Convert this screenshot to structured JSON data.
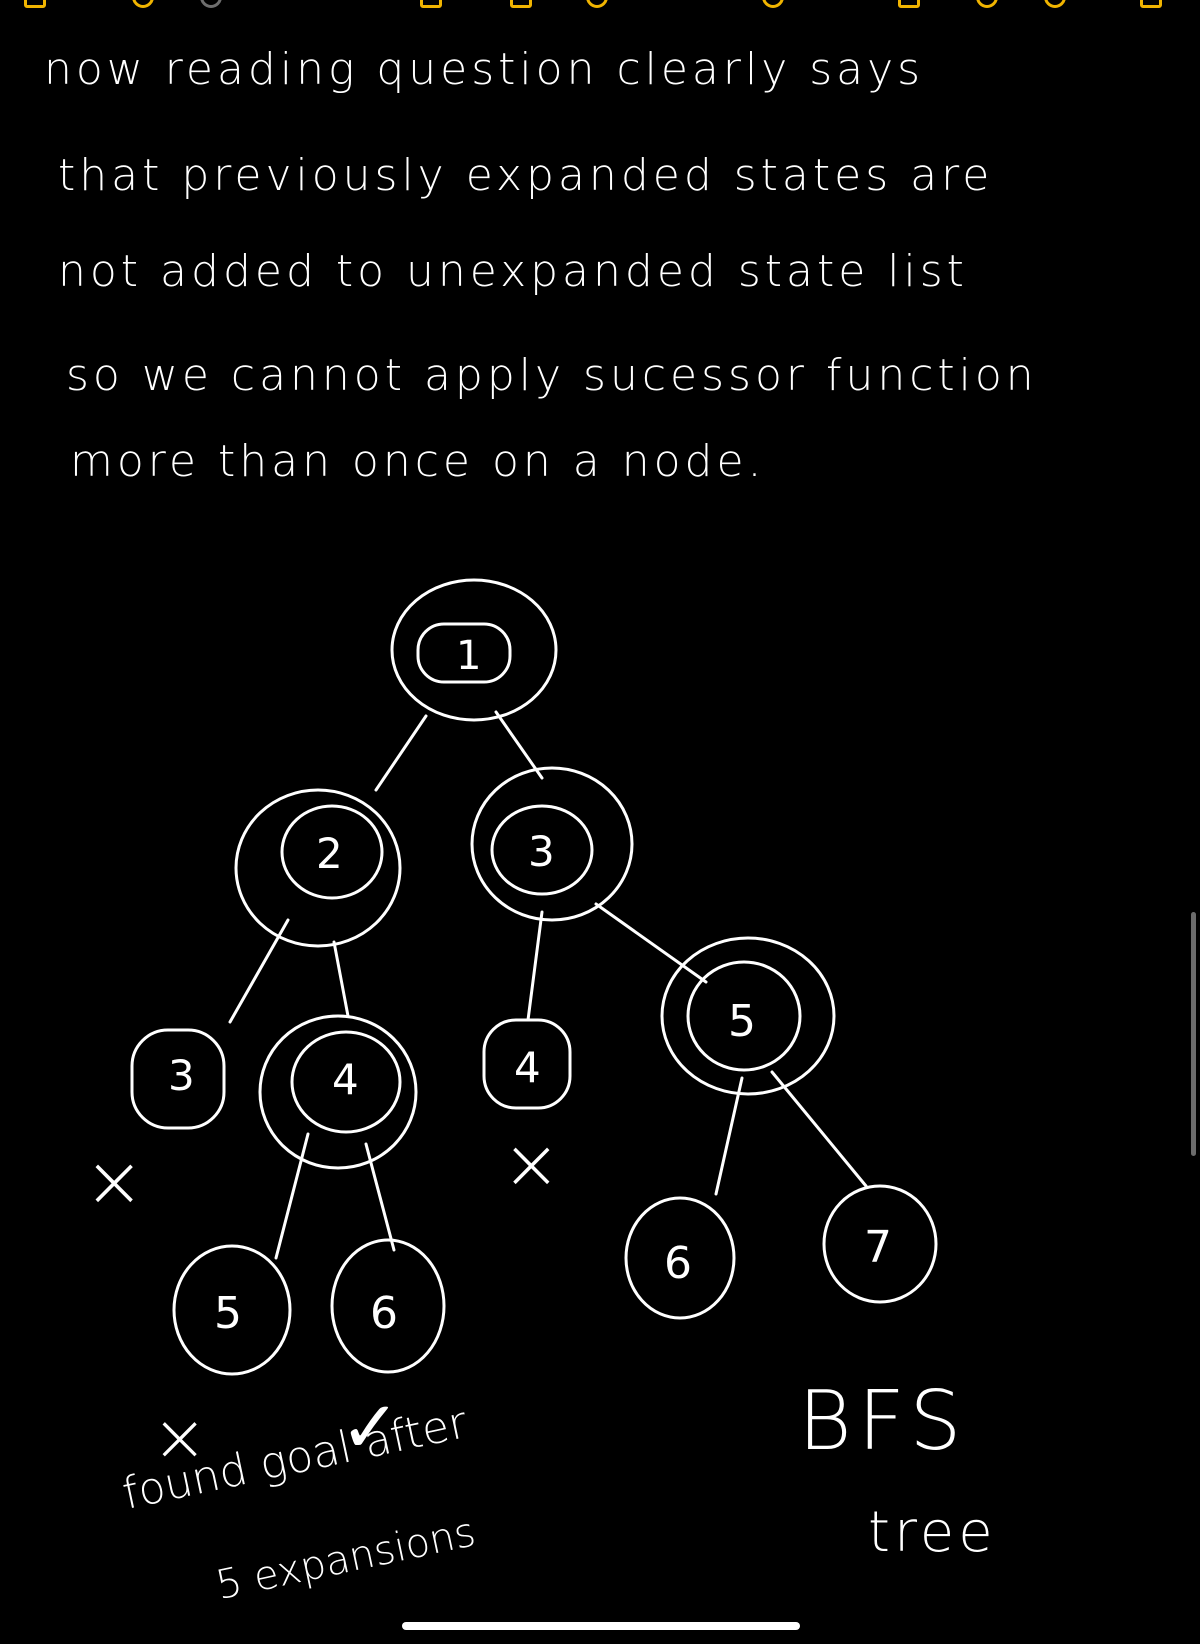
{
  "note": {
    "lines": [
      "now reading question clearly says",
      "that previously expanded states are",
      "not added to unexpanded state list",
      "so we cannot apply sucessor function",
      "more than once on a node."
    ]
  },
  "tree": {
    "nodes": [
      {
        "id": "root",
        "label": "1",
        "expanded": true
      },
      {
        "id": "n2",
        "label": "2",
        "expanded": true
      },
      {
        "id": "n3",
        "label": "3",
        "expanded": true
      },
      {
        "id": "n2-3",
        "label": "3",
        "expanded": false
      },
      {
        "id": "n2-4",
        "label": "4",
        "expanded": true
      },
      {
        "id": "n3-4",
        "label": "4",
        "expanded": false
      },
      {
        "id": "n3-5",
        "label": "5",
        "expanded": true
      },
      {
        "id": "n4-5",
        "label": "5",
        "expanded": false
      },
      {
        "id": "n4-6",
        "label": "6",
        "expanded": false
      },
      {
        "id": "n5-6",
        "label": "6",
        "expanded": false
      },
      {
        "id": "n5-7",
        "label": "7",
        "expanded": false
      }
    ],
    "edges": [
      [
        "root",
        "n2"
      ],
      [
        "root",
        "n3"
      ],
      [
        "n2",
        "n2-3"
      ],
      [
        "n2",
        "n2-4"
      ],
      [
        "n3",
        "n3-4"
      ],
      [
        "n3",
        "n3-5"
      ],
      [
        "n2-4",
        "n4-5"
      ],
      [
        "n2-4",
        "n4-6"
      ],
      [
        "n3-5",
        "n5-6"
      ],
      [
        "n3-5",
        "n5-7"
      ]
    ],
    "marks": {
      "cross": "×",
      "check": "✓"
    }
  },
  "labels": {
    "goal_line1": "found goal after",
    "goal_line2": "5 expansions",
    "title_line1": "BFS",
    "title_line2": "tree"
  },
  "colors": {
    "background": "#000000",
    "ink": "#ffffff",
    "toolbar_accent": "#f0b400"
  }
}
